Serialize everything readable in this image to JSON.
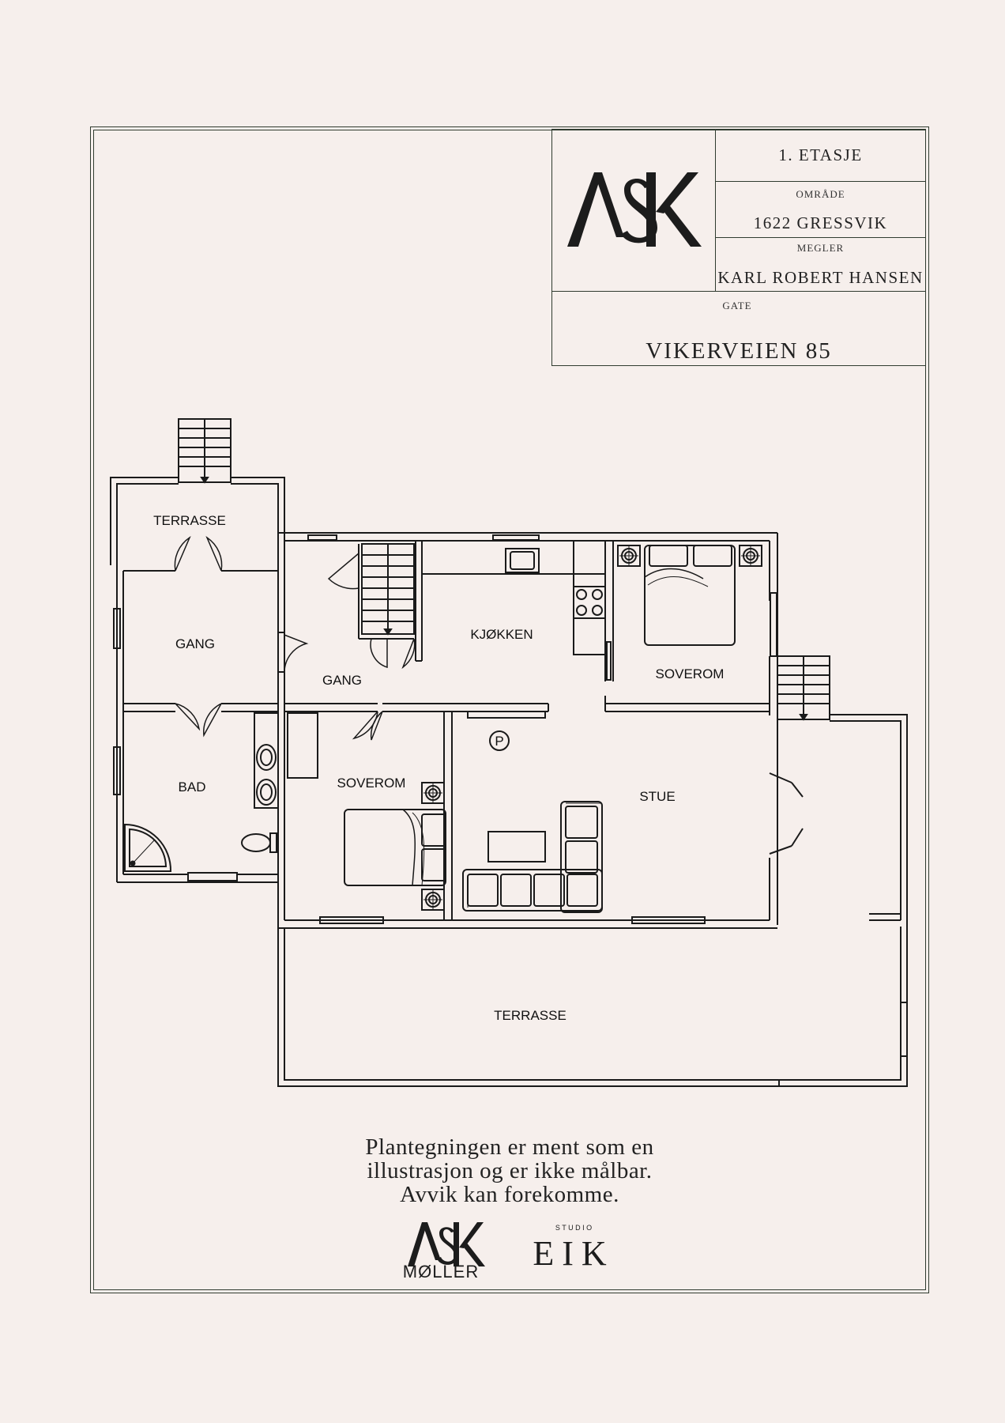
{
  "title_block": {
    "floor": "1. ETASJE",
    "area_label": "OMRÅDE",
    "area_value": "1622 GRESSVIK",
    "agent_label": "MEGLER",
    "agent_value": "KARL ROBERT HANSEN",
    "street_label": "GATE",
    "street_value": "VIKERVEIEN 85"
  },
  "logo": {
    "text": "ASK"
  },
  "rooms": {
    "terrace_top": "TERRASSE",
    "hall_left": "GANG",
    "hall_mid": "GANG",
    "kitchen": "KJØKKEN",
    "bedroom_right": "SOVEROM",
    "bath": "BAD",
    "bedroom_mid": "SOVEROM",
    "living": "STUE",
    "terrace_bottom": "TERRASSE",
    "fireplace_mark": "P"
  },
  "disclaimer": {
    "line1": "Plantegningen er ment som en",
    "line2": "illustrasjon og er ikke målbar.",
    "line3": "Avvik kan forekomme."
  },
  "footer_logos": {
    "ask_text": "ASK",
    "moller_text": "MØLLER",
    "studio_text": "S T U D I O",
    "eik_text": "EIK"
  }
}
